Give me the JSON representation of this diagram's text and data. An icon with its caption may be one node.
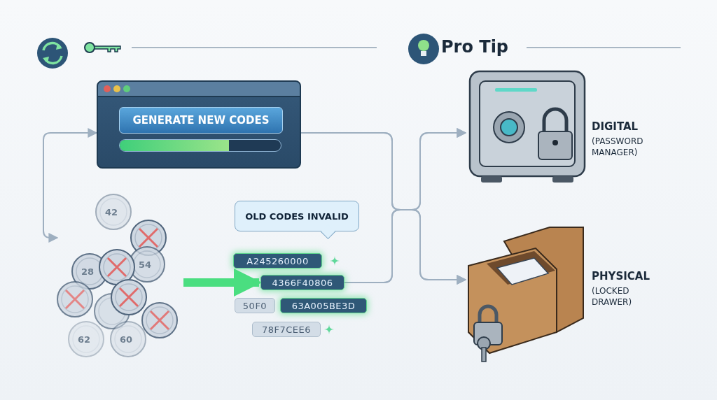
{
  "diagram": {
    "nodes": [
      {
        "text": [
          "GENERATE NEW CODES"
        ]
      },
      {
        "text": [],
        "shape": "picture"
      },
      {
        "text": [
          "OLD CODES INVALID"
        ]
      },
      {
        "text": [
          "A245260000"
        ]
      },
      {
        "text": [
          "4366F40806"
        ]
      },
      {
        "text": [
          "50F0"
        ]
      },
      {
        "text": [
          "63A005BE3D"
        ]
      },
      {
        "text": [
          "78F7CEE6"
        ]
      },
      {
        "text": [],
        "shape": "picture",
        "beside": [
          "DIGITAL",
          "(PASSWORD MANAGER)"
        ]
      },
      {
        "text": [],
        "shape": "picture",
        "beside": [
          "PHYSICAL",
          "(LOCKED DRAWER)"
        ]
      }
    ],
    "edges": [
      {
        "from": 0,
        "to": 1,
        "arrow": "both"
      },
      {
        "from": 1,
        "to": 4,
        "arrow": "to",
        "style": "thick",
        "color": "#4ade80"
      },
      {
        "from": 0,
        "to": 8,
        "arrow": "to"
      },
      {
        "from": 0,
        "to": 9,
        "arrow": "to"
      },
      {
        "from": 4,
        "to": 8,
        "arrow": "to"
      },
      {
        "from": 4,
        "to": 9,
        "arrow": "to"
      }
    ],
    "labels": [
      "Pro Tip",
      "42",
      "28",
      "54",
      "62",
      "60"
    ]
  }
}
